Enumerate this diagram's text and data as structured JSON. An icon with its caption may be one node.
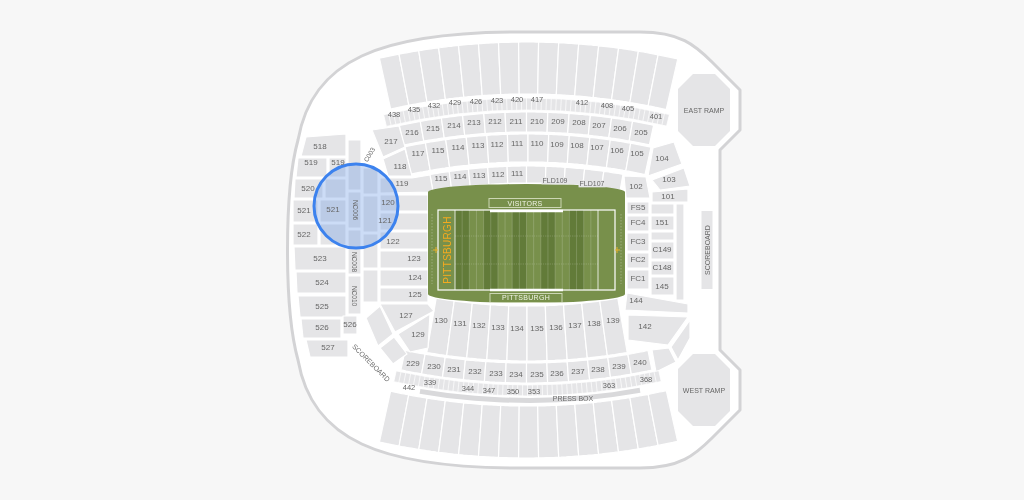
{
  "diagram": {
    "nodes": [
      {
        "text": [
          "VISITORS",
          "PITTSBURGH",
          "PITTSBURGH"
        ]
      },
      {
        "text": [
          "EAST RAMP"
        ]
      },
      {
        "text": [
          "SCOREBOARD"
        ]
      },
      {
        "text": [
          "WEST RAMP"
        ]
      }
    ],
    "labels": [
      "438",
      "435",
      "432",
      "429",
      "426",
      "423",
      "420",
      "417",
      "412",
      "408",
      "405",
      "401",
      "216",
      "215",
      "214",
      "213",
      "212",
      "211",
      "210",
      "209",
      "208",
      "207",
      "206",
      "205",
      "519",
      "518",
      "519",
      "C003",
      "217",
      "118",
      "117",
      "115",
      "114",
      "113",
      "112",
      "111",
      "110",
      "109",
      "108",
      "107",
      "106",
      "105",
      "104",
      "520",
      "119",
      "115",
      "114",
      "113",
      "112",
      "111",
      "FLD109",
      "FLD107",
      "102",
      "103",
      "521",
      "521",
      "NC006",
      "120",
      "FS5",
      "101",
      "121",
      "FC4",
      "151",
      "522",
      "122",
      "FC3",
      "C149",
      "523",
      "NC008",
      "123",
      "FC2",
      "C148",
      "524",
      "124",
      "FC1",
      "145",
      "525",
      "NC010",
      "125",
      "144",
      "526",
      "526",
      "127",
      "129",
      "130",
      "131",
      "132",
      "133",
      "134",
      "135",
      "136",
      "137",
      "138",
      "139",
      "142",
      "527",
      "SCOREBOARD",
      "229",
      "230",
      "231",
      "232",
      "233",
      "234",
      "235",
      "236",
      "237",
      "238",
      "239",
      "240",
      "442",
      "339",
      "344",
      "347",
      "350",
      "353",
      "363",
      "368",
      "PRESS BOX"
    ]
  }
}
